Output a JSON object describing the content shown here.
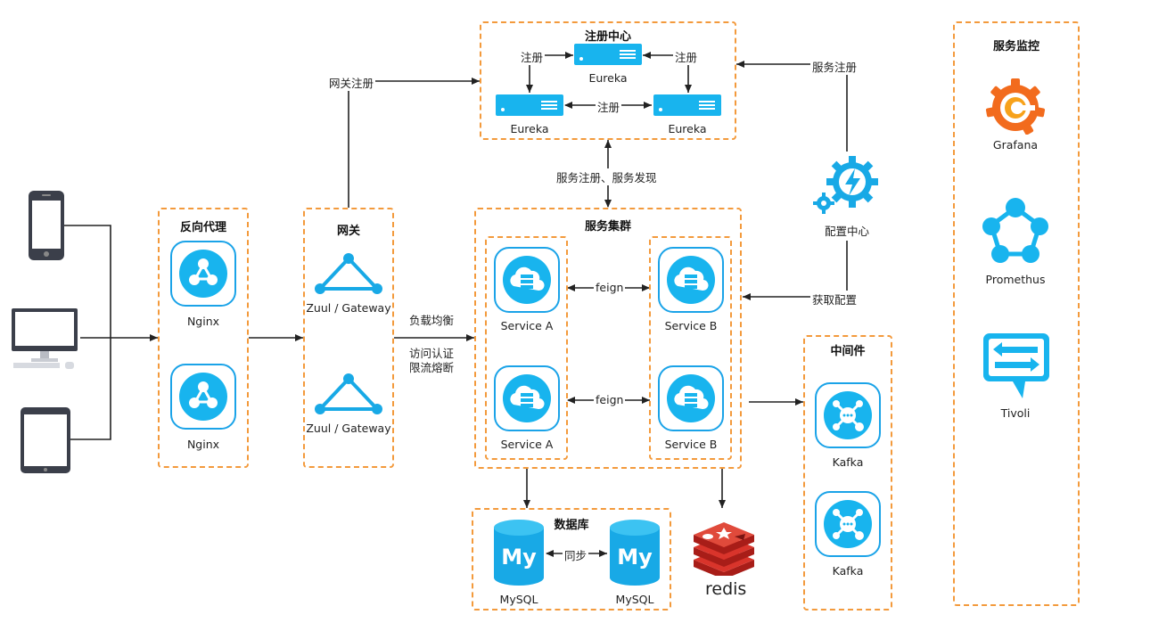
{
  "groups": {
    "registry": "注册中心",
    "reverse_proxy": "反向代理",
    "gateway": "网关",
    "cluster": "服务集群",
    "database": "数据库",
    "middleware": "中间件",
    "monitoring": "服务监控"
  },
  "nodes": {
    "eureka_top": "Eureka",
    "eureka_left": "Eureka",
    "eureka_right": "Eureka",
    "nginx_1": "Nginx",
    "nginx_2": "Nginx",
    "zuul_1": "Zuul / Gateway",
    "zuul_2": "Zuul / Gateway",
    "service_a_1": "Service A",
    "service_b_1": "Service B",
    "service_a_2": "Service A",
    "service_b_2": "Service B",
    "mysql_1": "MySQL",
    "mysql_2": "MySQL",
    "redis": "redis",
    "kafka_1": "Kafka",
    "kafka_2": "Kafka",
    "config_center": "配置中心",
    "grafana": "Grafana",
    "prometheus": "Promethus",
    "tivoli": "Tivoli"
  },
  "edges": {
    "register_left": "注册",
    "register_right": "注册",
    "register_middle": "注册",
    "gateway_register": "网关注册",
    "service_register_discover": "服务注册、服务发现",
    "service_register": "服务注册",
    "get_config": "获取配置",
    "load_balance": "负载均衡",
    "auth_limit_line1": "访问认证",
    "auth_limit_line2": "限流熔断",
    "feign_1": "feign",
    "feign_2": "feign",
    "sync": "同步"
  },
  "icons": {
    "client_devices": [
      "phone-icon",
      "desktop-icon",
      "tablet-icon"
    ],
    "nginx": "nginx-share-icon",
    "gateway": "triangle-network-icon",
    "service": "cloud-server-icon",
    "kafka": "kafka-icon",
    "mysql": "mysql-cylinder-icon",
    "redis": "redis-icon",
    "config": "gear-lightning-icon",
    "grafana": "grafana-icon",
    "prometheus": "prometheus-pentagon-icon",
    "tivoli": "tivoli-icon"
  },
  "colors": {
    "group_border": "#f39a3c",
    "node_blue": "#18b4ee",
    "tile_border": "#1aa3e8",
    "redis_red": "#d9342b",
    "grafana_orange": "#f26b1d",
    "line": "#222222"
  }
}
